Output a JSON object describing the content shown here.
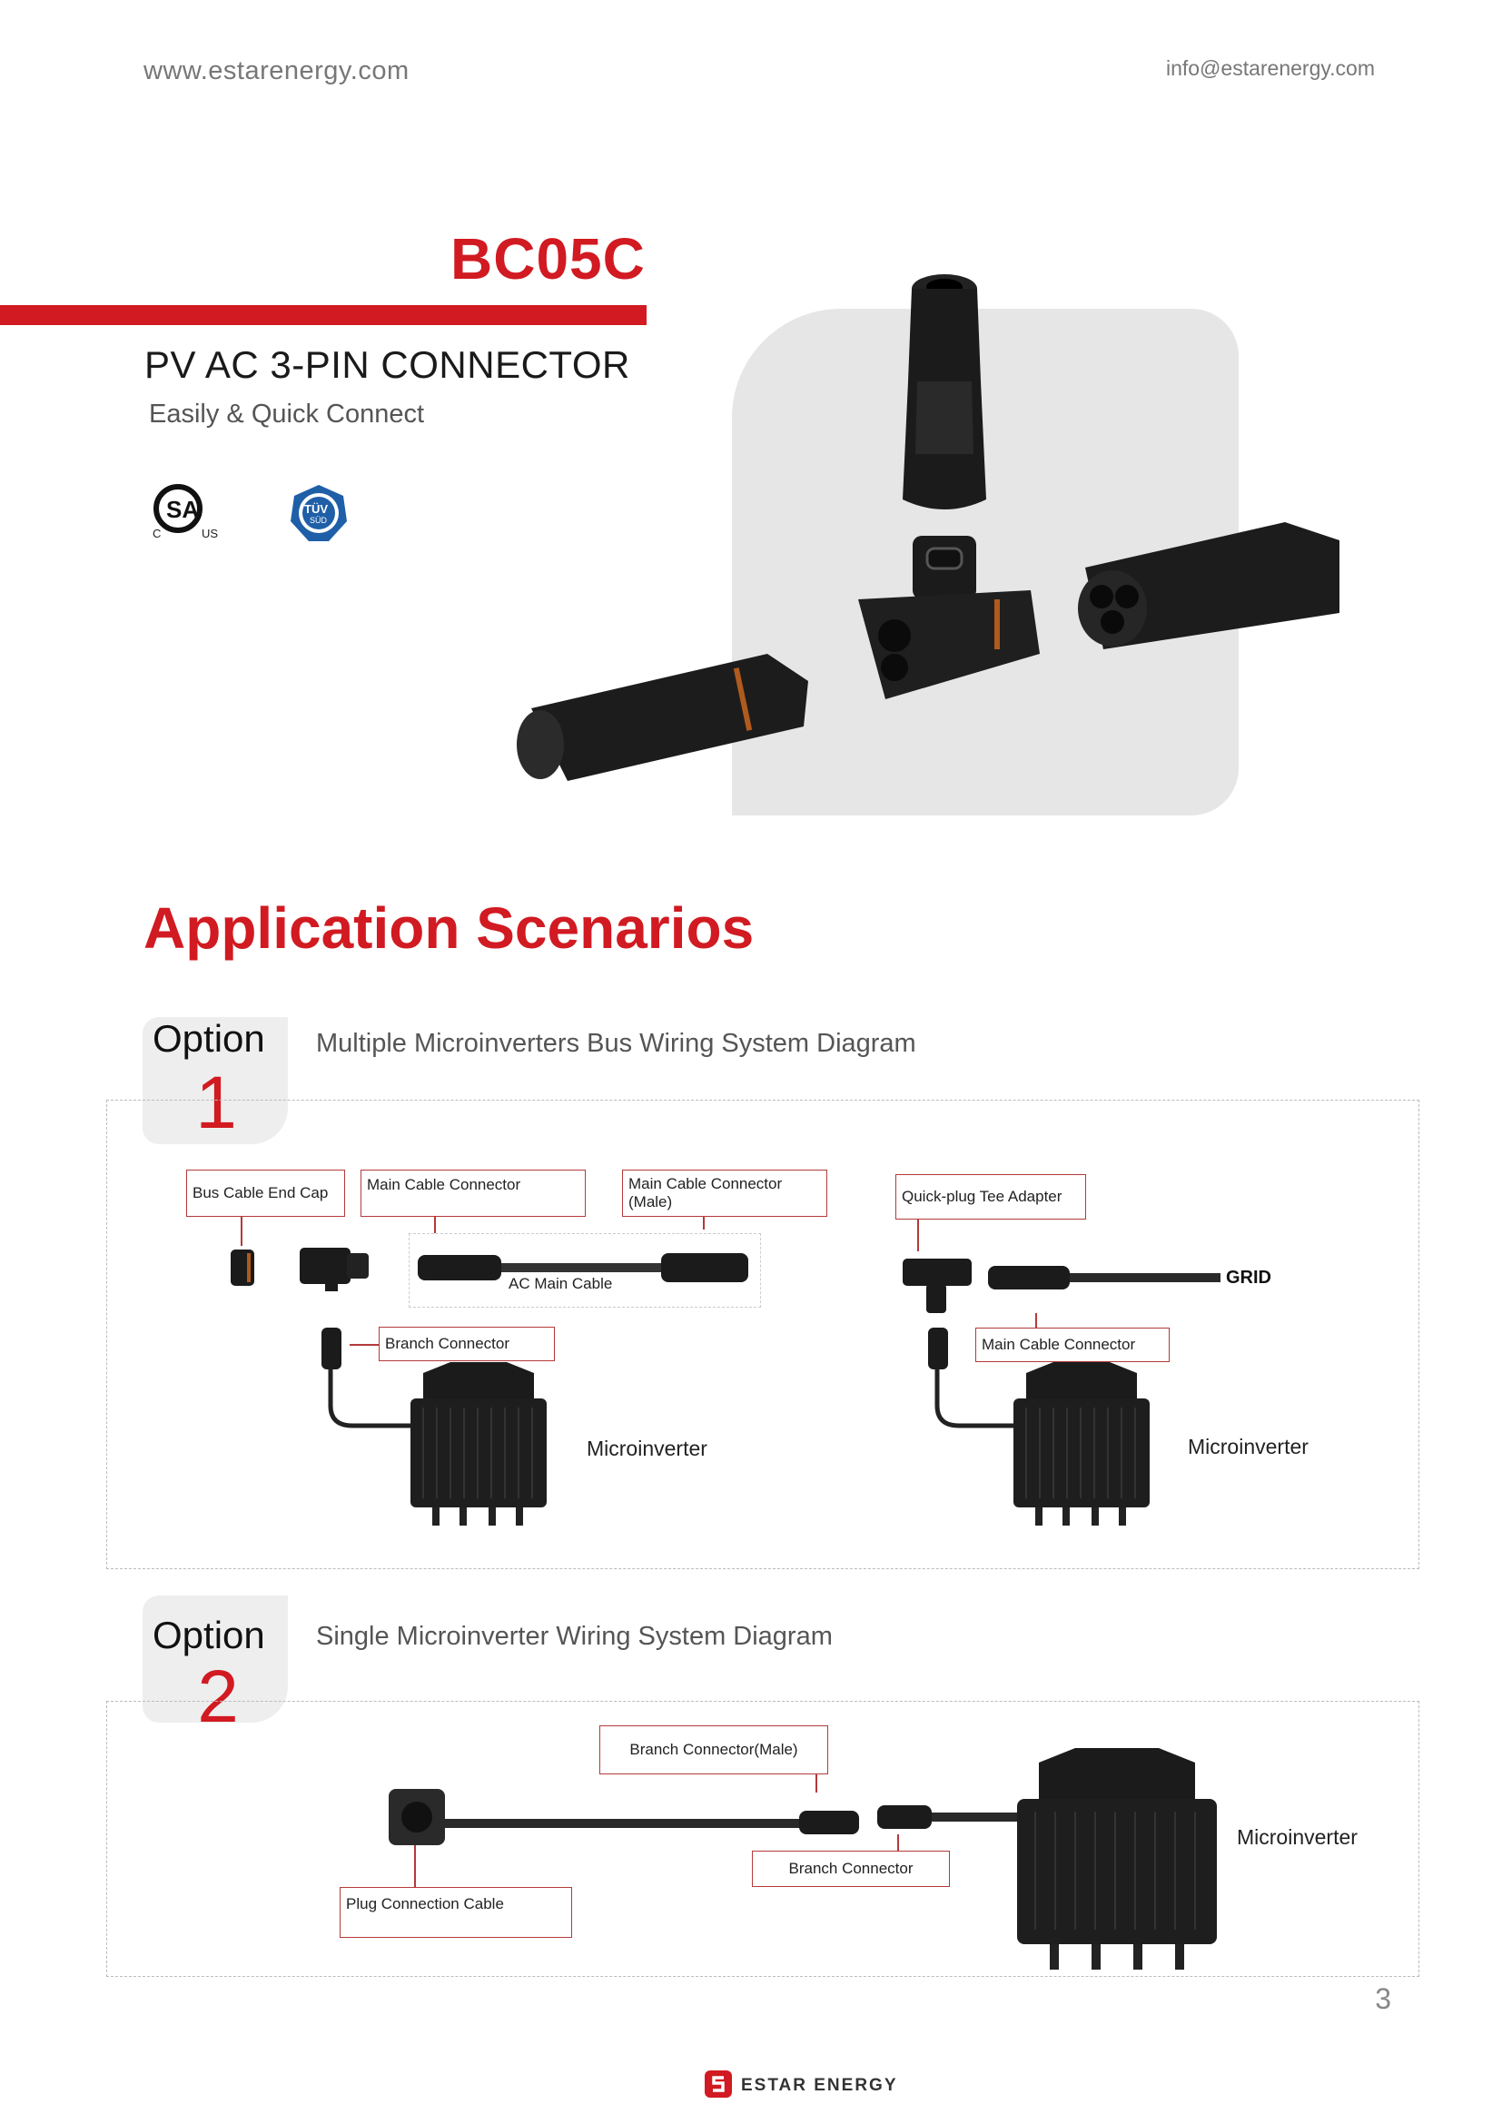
{
  "header": {
    "website": "www.estarenergy.com",
    "email": "info@estarenergy.com"
  },
  "product": {
    "model": "BC05C",
    "name": "PV AC 3-PIN CONNECTOR",
    "tagline": "Easily & Quick Connect",
    "certifications": [
      {
        "icon": "csa-cert-icon",
        "text_c": "C",
        "text_us": "US"
      },
      {
        "icon": "tuv-sud-cert-icon",
        "text": "TÜV",
        "sub": "SÜD"
      }
    ]
  },
  "applications": {
    "title": "Application Scenarios",
    "options": [
      {
        "word": "Option",
        "number": "1",
        "description": "Multiple Microinverters Bus Wiring System Diagram",
        "labels": {
          "bus_cap": "Bus Cable End Cap",
          "main_conn": "Main Cable Connector",
          "main_conn_male": "Main Cable Connector (Male)",
          "ac_cable": "AC Main Cable",
          "branch_conn": "Branch Connector",
          "microinverter_a": "Microinverter",
          "tee_adapter": "Quick-plug Tee Adapter",
          "main_conn_b": "Main Cable Connector",
          "grid": "GRID",
          "microinverter_b": "Microinverter"
        }
      },
      {
        "word": "Option",
        "number": "2",
        "description": "Single Microinverter Wiring System Diagram",
        "labels": {
          "branch_conn_male": "Branch Connector(Male)",
          "branch_conn": "Branch Connector",
          "plug_cable": "Plug Connection Cable",
          "microinverter": "Microinverter"
        }
      }
    ]
  },
  "footer": {
    "page_number": "3",
    "brand": "ESTAR ENERGY",
    "brand_icon": "estar-logo-icon"
  },
  "colors": {
    "brand_red": "#d11a21",
    "text_gray": "#777777",
    "panel_gray": "#e6e6e6"
  }
}
